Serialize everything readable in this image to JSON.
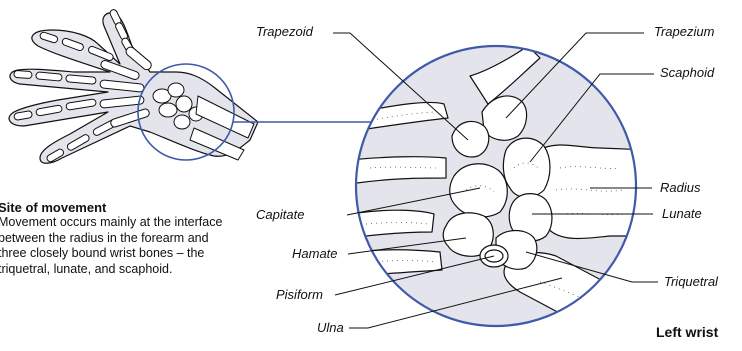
{
  "labels": {
    "trapezoid": "Trapezoid",
    "trapezium": "Trapezium",
    "scaphoid": "Scaphoid",
    "radius": "Radius",
    "lunate": "Lunate",
    "capitate": "Capitate",
    "hamate": "Hamate",
    "pisiform": "Pisiform",
    "triquetral": "Triquetral",
    "ulna": "Ulna"
  },
  "note": {
    "title": "Site of movement",
    "body": "Movement occurs mainly at the interface between the radius in the forearm and three closely bound wrist bones – the triquetral, lunate, and scaphoid."
  },
  "caption": "Left wrist",
  "colors": {
    "accent": "#3f5aa8",
    "hand_fill": "#e4e4ec",
    "bone_fill": "#ffffff",
    "line": "#111111"
  }
}
